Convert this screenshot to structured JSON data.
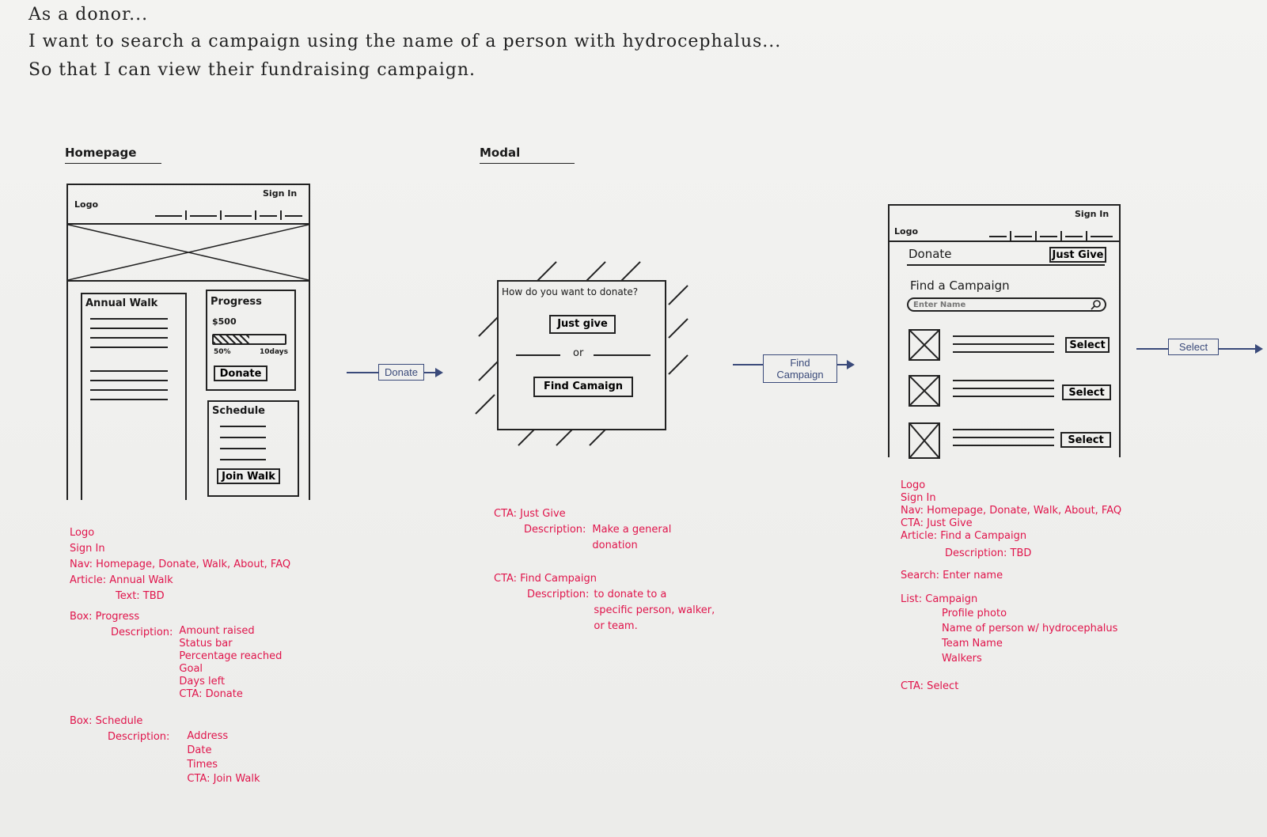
{
  "story": {
    "line1": "As a donor...",
    "line2": "I want to search a campaign using the name of a person with hydrocephalus...",
    "line3": "So that I can view their fundraising campaign."
  },
  "homepage": {
    "title": "Homepage",
    "logo": "Logo",
    "sign_in": "Sign In",
    "article_title": "Annual Walk",
    "progress_title": "Progress",
    "progress_amount": "$500",
    "progress_percent_label": "50%",
    "progress_fraction": 0.5,
    "progress_days": "10days",
    "donate_button": "Donate",
    "schedule_title": "Schedule",
    "join_button": "Join Walk",
    "notes": {
      "logo": "Logo",
      "sign_in": "Sign In",
      "nav": "Nav: Homepage, Donate, Walk, About, FAQ",
      "article": "Article: Annual Walk",
      "text": "Text: TBD",
      "box1": "Box: Progress",
      "desc1_label": "Description:",
      "desc1_items": [
        "Amount raised",
        "Status bar",
        "Percentage reached",
        "Goal",
        "Days left",
        "CTA: Donate"
      ],
      "box2": "Box: Schedule",
      "desc2_label": "Description:",
      "desc2_items": [
        "Address",
        "Date",
        "Times",
        "CTA: Join Walk"
      ]
    }
  },
  "arrow1": {
    "label": "Donate"
  },
  "modal": {
    "title": "Modal",
    "question": "How do you want to donate?",
    "just_give": "Just give",
    "or": "or",
    "find_campaign": "Find Camaign",
    "notes": {
      "cta1": "CTA: Just Give",
      "desc1_label": "Description:",
      "desc1_l1": "Make a general",
      "desc1_l2": "donation",
      "cta2": "CTA: Find Campaign",
      "desc2_label": "Description:",
      "desc2_l1": "to donate to a",
      "desc2_l2": "specific person, walker,",
      "desc2_l3": "or team."
    }
  },
  "arrow2": {
    "label": "Find Campaign"
  },
  "campaign": {
    "sign_in": "Sign In",
    "logo": "Logo",
    "donate_title": "Donate",
    "just_give": "Just Give",
    "find_title": "Find a Campaign",
    "search_placeholder": "Enter Name",
    "select_labels": [
      "Select",
      "Select",
      "Select"
    ],
    "notes": {
      "logo": "Logo",
      "sign_in": "Sign In",
      "nav": "Nav: Homepage, Donate, Walk, About, FAQ",
      "cta": "CTA: Just Give",
      "article": "Article: Find a Campaign",
      "desc": "Description: TBD",
      "search": "Search: Enter name",
      "list": "List: Campaign",
      "list_items": [
        "Profile photo",
        "Name of person w/ hydrocephalus",
        "Team Name",
        "Walkers"
      ],
      "cta2": "CTA: Select"
    }
  },
  "arrow3": {
    "label": "Select"
  }
}
